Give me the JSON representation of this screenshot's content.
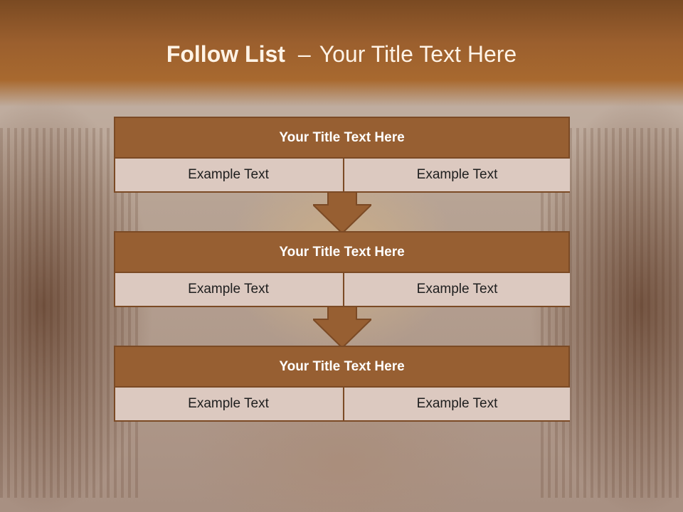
{
  "title": {
    "bold": "Follow List",
    "separator": "–",
    "rest": "Your Title Text Here"
  },
  "steps": [
    {
      "title": "Your Title Text Here",
      "left": "Example Text",
      "right": "Example Text"
    },
    {
      "title": "Your Title Text Here",
      "left": "Example Text",
      "right": "Example Text"
    },
    {
      "title": "Your Title Text Here",
      "left": "Example Text",
      "right": "Example Text"
    }
  ],
  "colors": {
    "header_brown": "#975f32",
    "border_brown": "#7b4a25",
    "cell_fill": "#dcc9c0"
  }
}
